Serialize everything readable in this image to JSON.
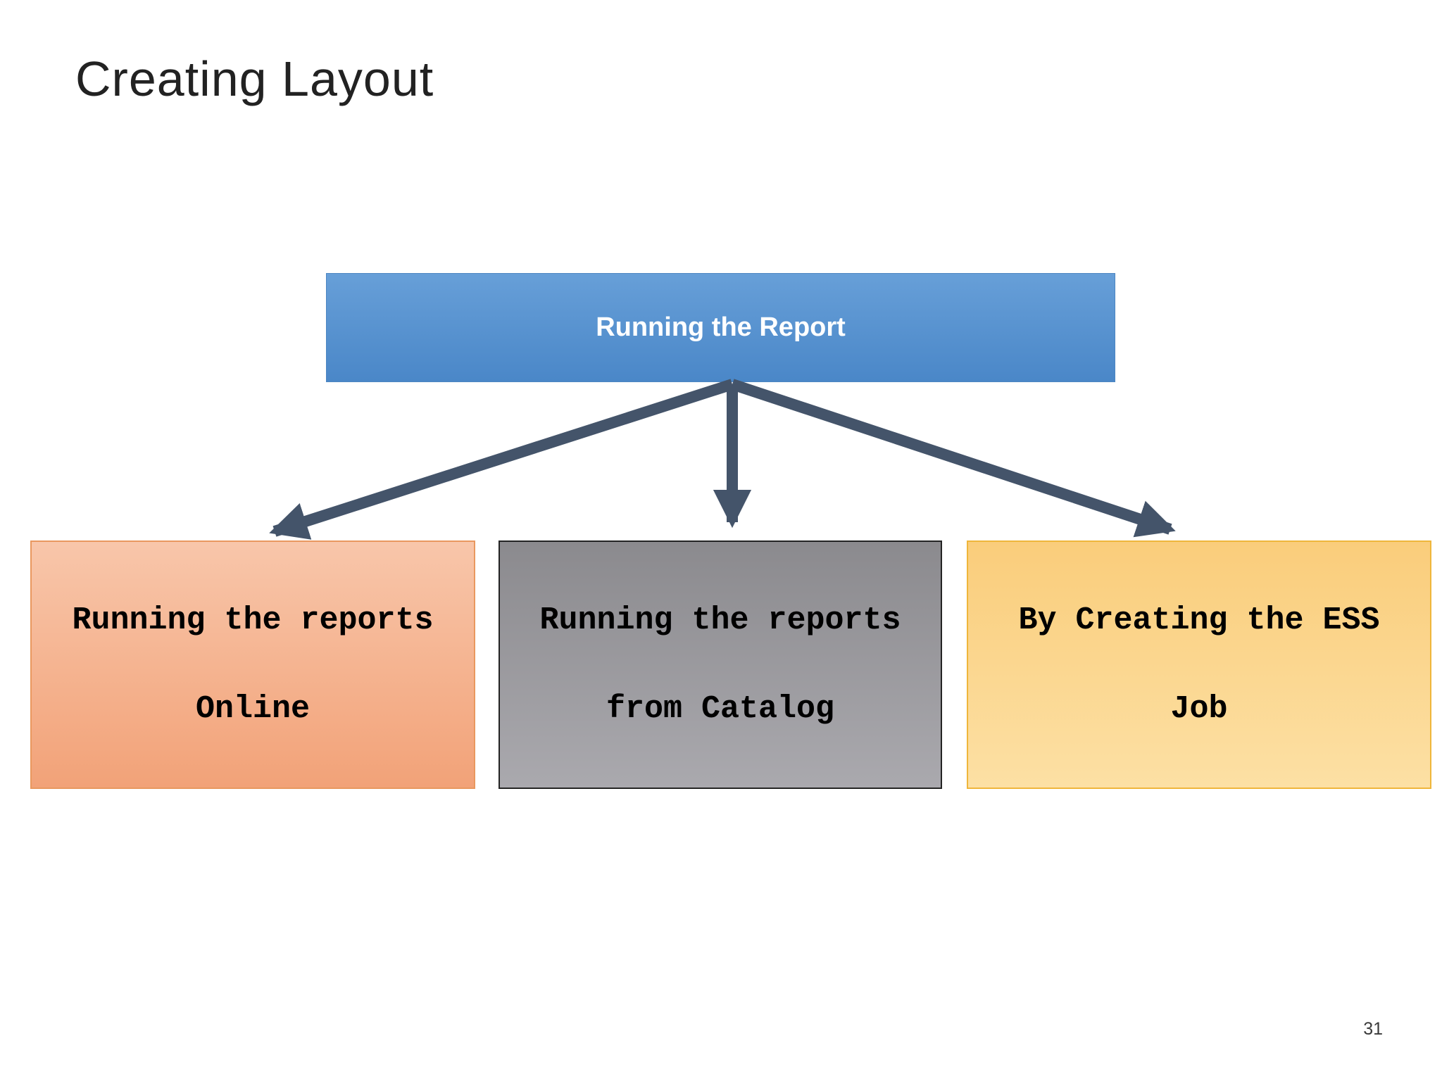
{
  "slide": {
    "title": "Creating Layout",
    "page_number": "31",
    "background_color": "#FFFFFF"
  },
  "diagram": {
    "root": {
      "label": "Running the Report",
      "fill_top": "#679FD8",
      "fill_bottom": "#4A87C8",
      "text_color": "#FFFFFF"
    },
    "connector_color": "#44546A",
    "children": [
      {
        "label_lines": [
          "Running the reports",
          "Online"
        ],
        "fill_top": "#F8C6AA",
        "fill_bottom": "#F2A278",
        "border_color": "#E9985F",
        "text_color": "#000000"
      },
      {
        "label_lines": [
          "Running the reports",
          "from Catalog"
        ],
        "fill_top": "#8B8A8E",
        "fill_bottom": "#AAA9AE",
        "border_color": "#242424",
        "text_color": "#000000"
      },
      {
        "label_lines": [
          "By Creating the ESS",
          "Job"
        ],
        "fill_top": "#FACD7B",
        "fill_bottom": "#FCE0A4",
        "border_color": "#EFB63B",
        "text_color": "#000000"
      }
    ]
  }
}
